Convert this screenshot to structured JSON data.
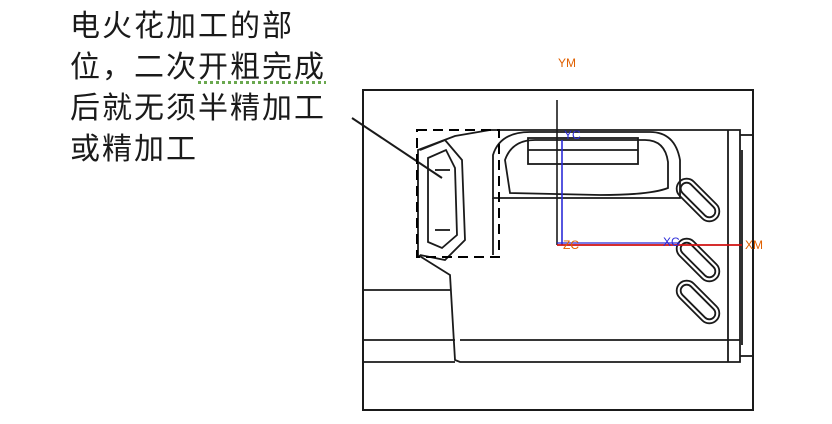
{
  "annotation": {
    "lines": [
      "电火花加工的部",
      "位，二次开粗完成",
      "后就无须半精加工",
      "或精加工"
    ],
    "underlined_text": "开粗完成"
  },
  "axes": {
    "ym": "YM",
    "yc": "YC",
    "zc": "ZC",
    "xc": "XC",
    "xm": "XM"
  },
  "colors": {
    "outline": "#1a1a1a",
    "axis_orange": "#e06000",
    "axis_blue": "#2b2bd8",
    "axis_red": "#d01010",
    "dash_box": "#000000"
  }
}
